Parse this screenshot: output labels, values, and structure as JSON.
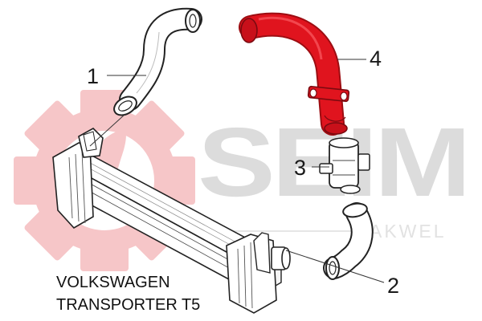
{
  "diagram": {
    "callouts": [
      {
        "id": "1",
        "label": "1"
      },
      {
        "id": "2",
        "label": "2"
      },
      {
        "id": "3",
        "label": "3"
      },
      {
        "id": "4",
        "label": "4"
      }
    ],
    "vehicle": {
      "make": "VOLKSWAGEN",
      "model": "TRANSPORTER T5"
    },
    "watermark": {
      "brand": "SEIM",
      "sub": "AKWEL"
    },
    "colors": {
      "highlight_part": "#e0141e",
      "watermark_gear": "#f6c6c8",
      "watermark_text": "#dcdcdc",
      "outline": "#222222"
    }
  }
}
